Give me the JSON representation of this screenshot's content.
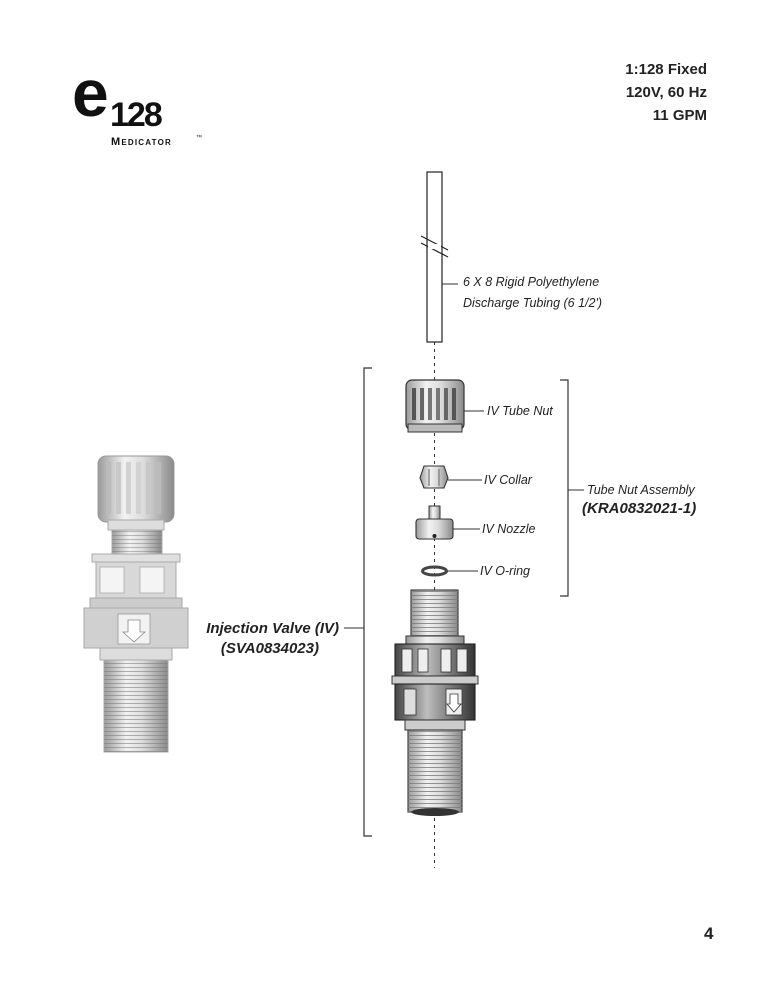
{
  "logo": {
    "letter": "e",
    "model": "128",
    "product": "Medicator",
    "trademark": "™"
  },
  "specs": [
    "1:128 Fixed",
    "120V, 60 Hz",
    "11 GPM"
  ],
  "labels": {
    "tubing_line1": "6 X 8 Rigid Polyethylene",
    "tubing_line2": "Discharge Tubing (6 1/2')",
    "tube_nut": "IV Tube Nut",
    "collar": "IV Collar",
    "nozzle": "IV Nozzle",
    "oring": "IV O-ring",
    "assembly_name": "Tube Nut Assembly",
    "assembly_part": "(KRA0832021-1)",
    "valve_name": "Injection Valve (IV)",
    "valve_part": "(SVA0834023)"
  },
  "page_number": "4"
}
